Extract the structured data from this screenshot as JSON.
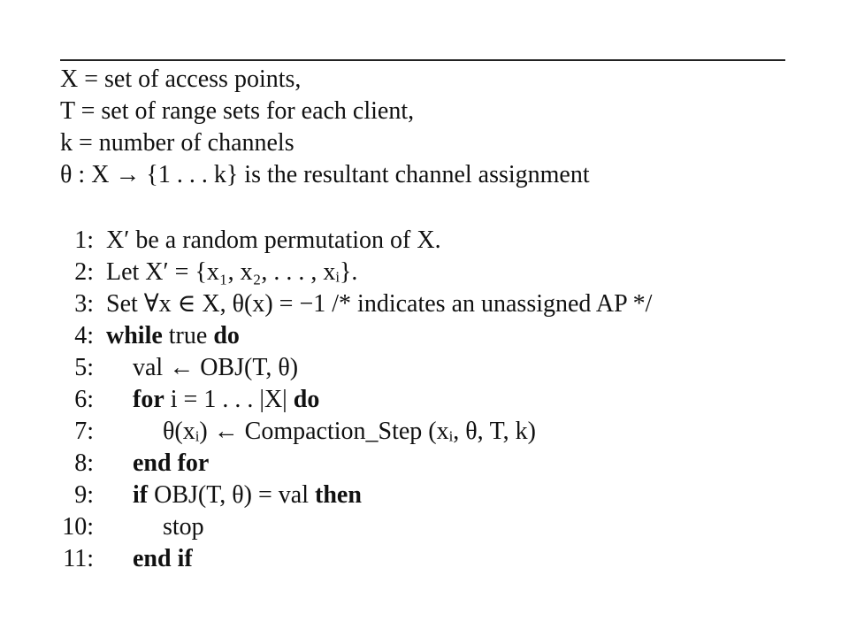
{
  "header": {
    "lines": [
      "X = set of access points,",
      "T = set of range sets for each client,",
      "k = number of channels",
      "θ : X → {1 . . . k} is the resultant channel assignment"
    ]
  },
  "steps": [
    {
      "num": "1:",
      "text": "X′ be a random permutation of X."
    },
    {
      "num": "2:",
      "text": "Let X′ = {x₁, x₂, . . . , xᵢ}."
    },
    {
      "num": "3:",
      "text": "Set ∀x ∈ X, θ(x) = −1 /* indicates an unassigned AP */"
    },
    {
      "num": "4:",
      "pre": "",
      "kw1": "while",
      "mid": " true ",
      "kw2": "do"
    },
    {
      "num": "5:",
      "text": "val ← OBJ(T, θ)"
    },
    {
      "num": "6:",
      "kw1": "for",
      "mid": " i = 1 . . . |X| ",
      "kw2": "do"
    },
    {
      "num": "7:",
      "text": "θ(xᵢ) ←  Compaction_Step (xᵢ, θ, T, k)"
    },
    {
      "num": "8:",
      "kw1": "end for"
    },
    {
      "num": "9:",
      "kw1": "if",
      "mid": " OBJ(T, θ) = val ",
      "kw2": "then"
    },
    {
      "num": "10:",
      "text": "stop"
    },
    {
      "num": "11:",
      "kw1": "end if"
    }
  ]
}
